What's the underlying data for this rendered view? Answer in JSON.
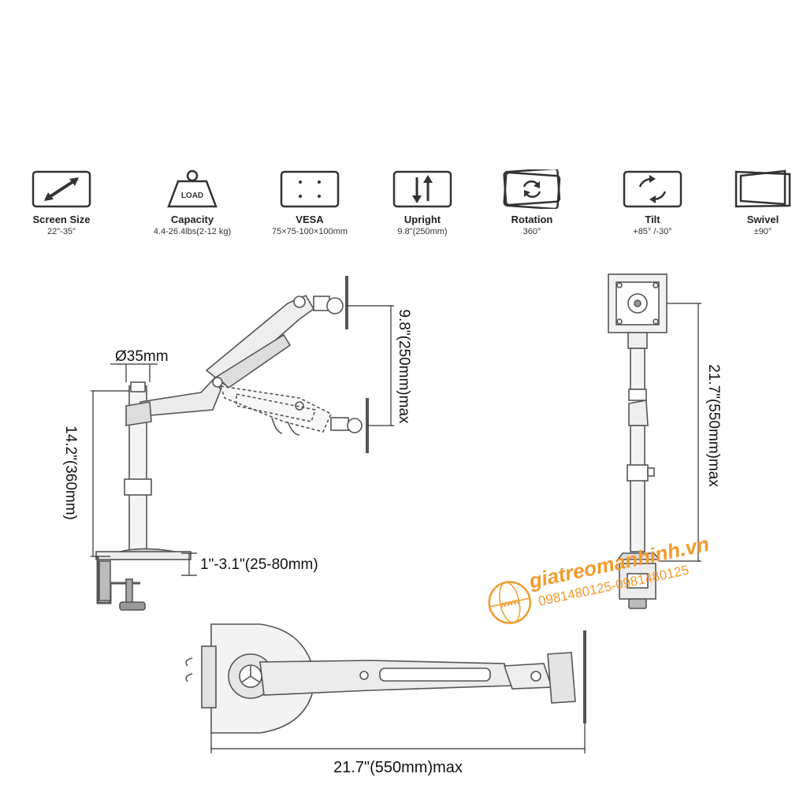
{
  "specs": [
    {
      "title": "Screen Size",
      "value": "22\"-35\"",
      "icon": "diagonal-arrow-icon"
    },
    {
      "title": "Capacity",
      "value": "4.4-26.4lbs(2-12 kg)",
      "icon": "load-weight-icon",
      "icon_label": "LOAD"
    },
    {
      "title": "VESA",
      "value": "75×75-100×100mm",
      "icon": "vesa-pattern-icon"
    },
    {
      "title": "Upright",
      "value": "9.8\"(250mm)",
      "icon": "up-down-arrows-icon"
    },
    {
      "title": "Rotation",
      "value": "360°",
      "icon": "rotation-icon"
    },
    {
      "title": "Tilt",
      "value": "+85° /-30°",
      "icon": "tilt-icon"
    },
    {
      "title": "Swivel",
      "value": "±90°",
      "icon": "swivel-icon"
    }
  ],
  "dimensions": {
    "pole_diameter": "Ø35mm",
    "pole_height": "14.2\"(360mm)",
    "clamp_range": "1\"-3.1\"(25-80mm)",
    "height_adjust": "9.8\"(250mm)max",
    "total_height": "21.7\"(550mm)max",
    "reach": "21.7\"(550mm)max"
  },
  "watermark": {
    "site": "giatreomanhinh.vn",
    "phone": "0981480125-0981480125",
    "globe_text": "www",
    "color": "#f29b2c"
  }
}
